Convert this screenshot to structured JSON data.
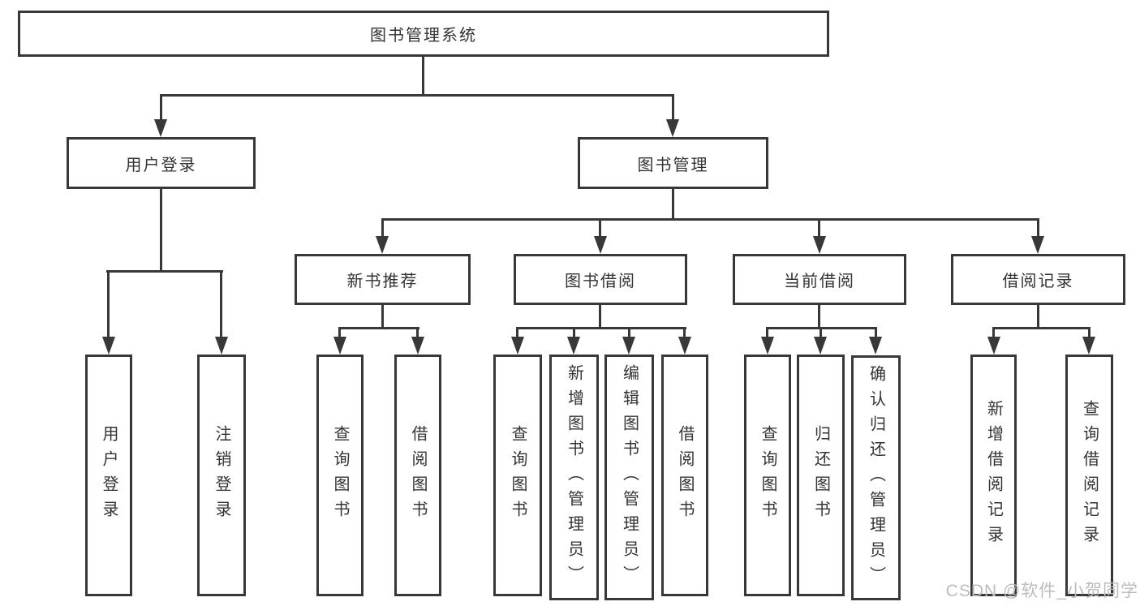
{
  "tree": {
    "root": {
      "label": "图书管理系统"
    },
    "children": [
      {
        "label": "用户登录",
        "children": [
          {
            "label": "用户登录"
          },
          {
            "label": "注销登录"
          }
        ]
      },
      {
        "label": "图书管理",
        "children": [
          {
            "label": "新书推荐",
            "children": [
              {
                "label": "查询图书"
              },
              {
                "label": "借阅图书"
              }
            ]
          },
          {
            "label": "图书借阅",
            "children": [
              {
                "label": "查询图书"
              },
              {
                "label": "新增图书（管理员）"
              },
              {
                "label": "编辑图书（管理员）"
              },
              {
                "label": "借阅图书"
              }
            ]
          },
          {
            "label": "当前借阅",
            "children": [
              {
                "label": "查询图书"
              },
              {
                "label": "归还图书"
              },
              {
                "label": "确认归还（管理员）"
              }
            ]
          },
          {
            "label": "借阅记录",
            "children": [
              {
                "label": "新增借阅记录"
              },
              {
                "label": "查询借阅记录"
              }
            ]
          }
        ]
      }
    ]
  },
  "watermark": {
    "text": "CSDN @软件_小贺同学",
    "color": "#bcbcbc"
  },
  "colors": {
    "line": "#383838",
    "text": "#333333",
    "background": "#ffffff"
  }
}
